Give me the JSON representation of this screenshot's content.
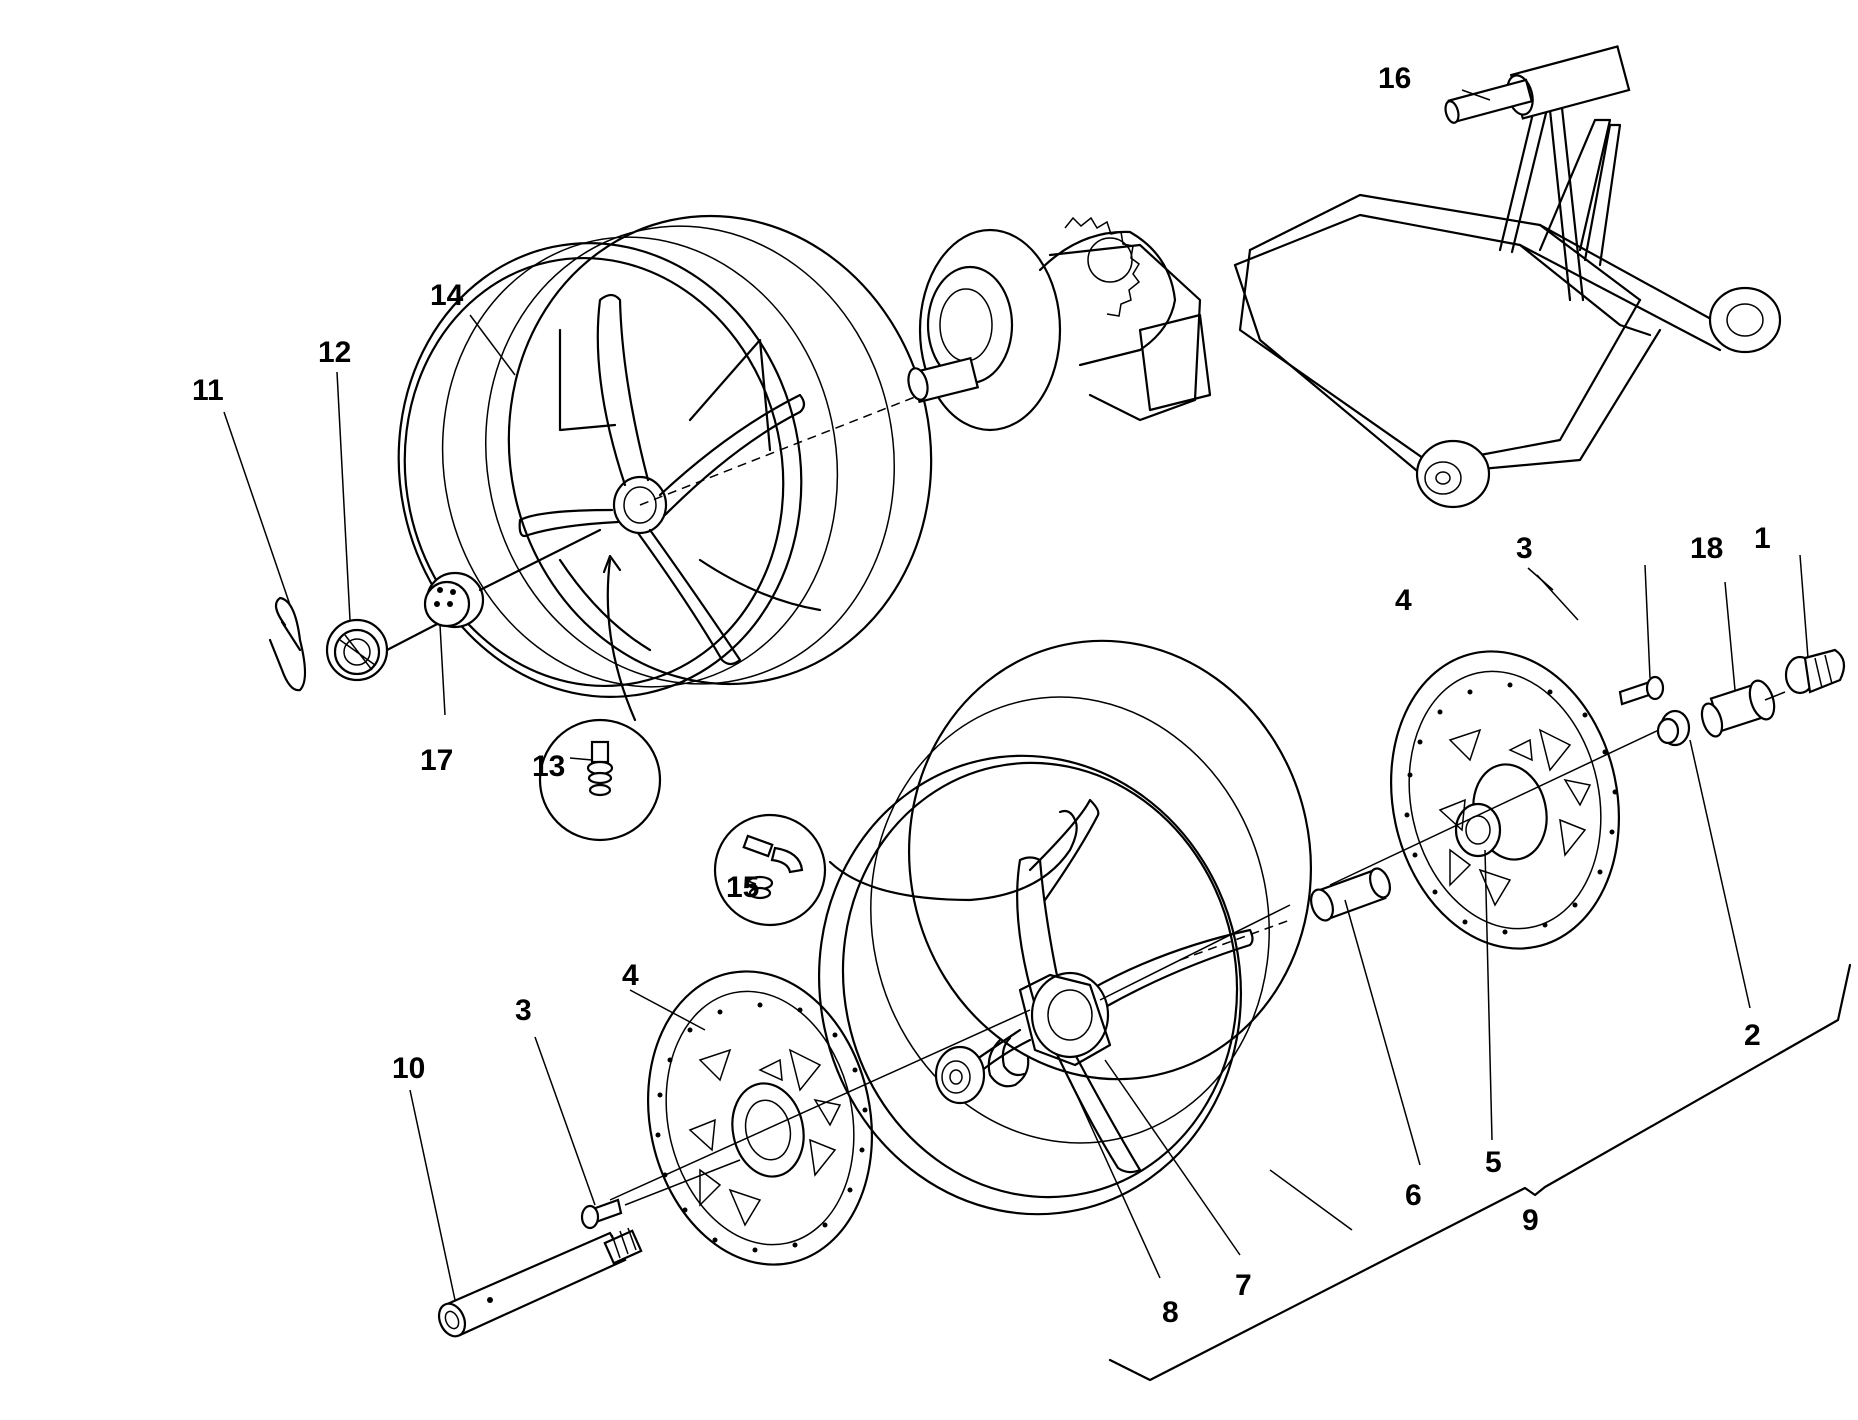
{
  "callouts": [
    {
      "id": "c1",
      "text": "1"
    },
    {
      "id": "c2",
      "text": "2"
    },
    {
      "id": "c3a",
      "text": "3"
    },
    {
      "id": "c3b",
      "text": "3"
    },
    {
      "id": "c4a",
      "text": "4"
    },
    {
      "id": "c4b",
      "text": "4"
    },
    {
      "id": "c5",
      "text": "5"
    },
    {
      "id": "c6",
      "text": "6"
    },
    {
      "id": "c7",
      "text": "7"
    },
    {
      "id": "c8",
      "text": "8"
    },
    {
      "id": "c9",
      "text": "9"
    },
    {
      "id": "c10",
      "text": "10"
    },
    {
      "id": "c11",
      "text": "11"
    },
    {
      "id": "c12",
      "text": "12"
    },
    {
      "id": "c13",
      "text": "13"
    },
    {
      "id": "c14",
      "text": "14"
    },
    {
      "id": "c15",
      "text": "15"
    },
    {
      "id": "c16",
      "text": "16"
    },
    {
      "id": "c17",
      "text": "17"
    },
    {
      "id": "c18",
      "text": "18"
    }
  ]
}
